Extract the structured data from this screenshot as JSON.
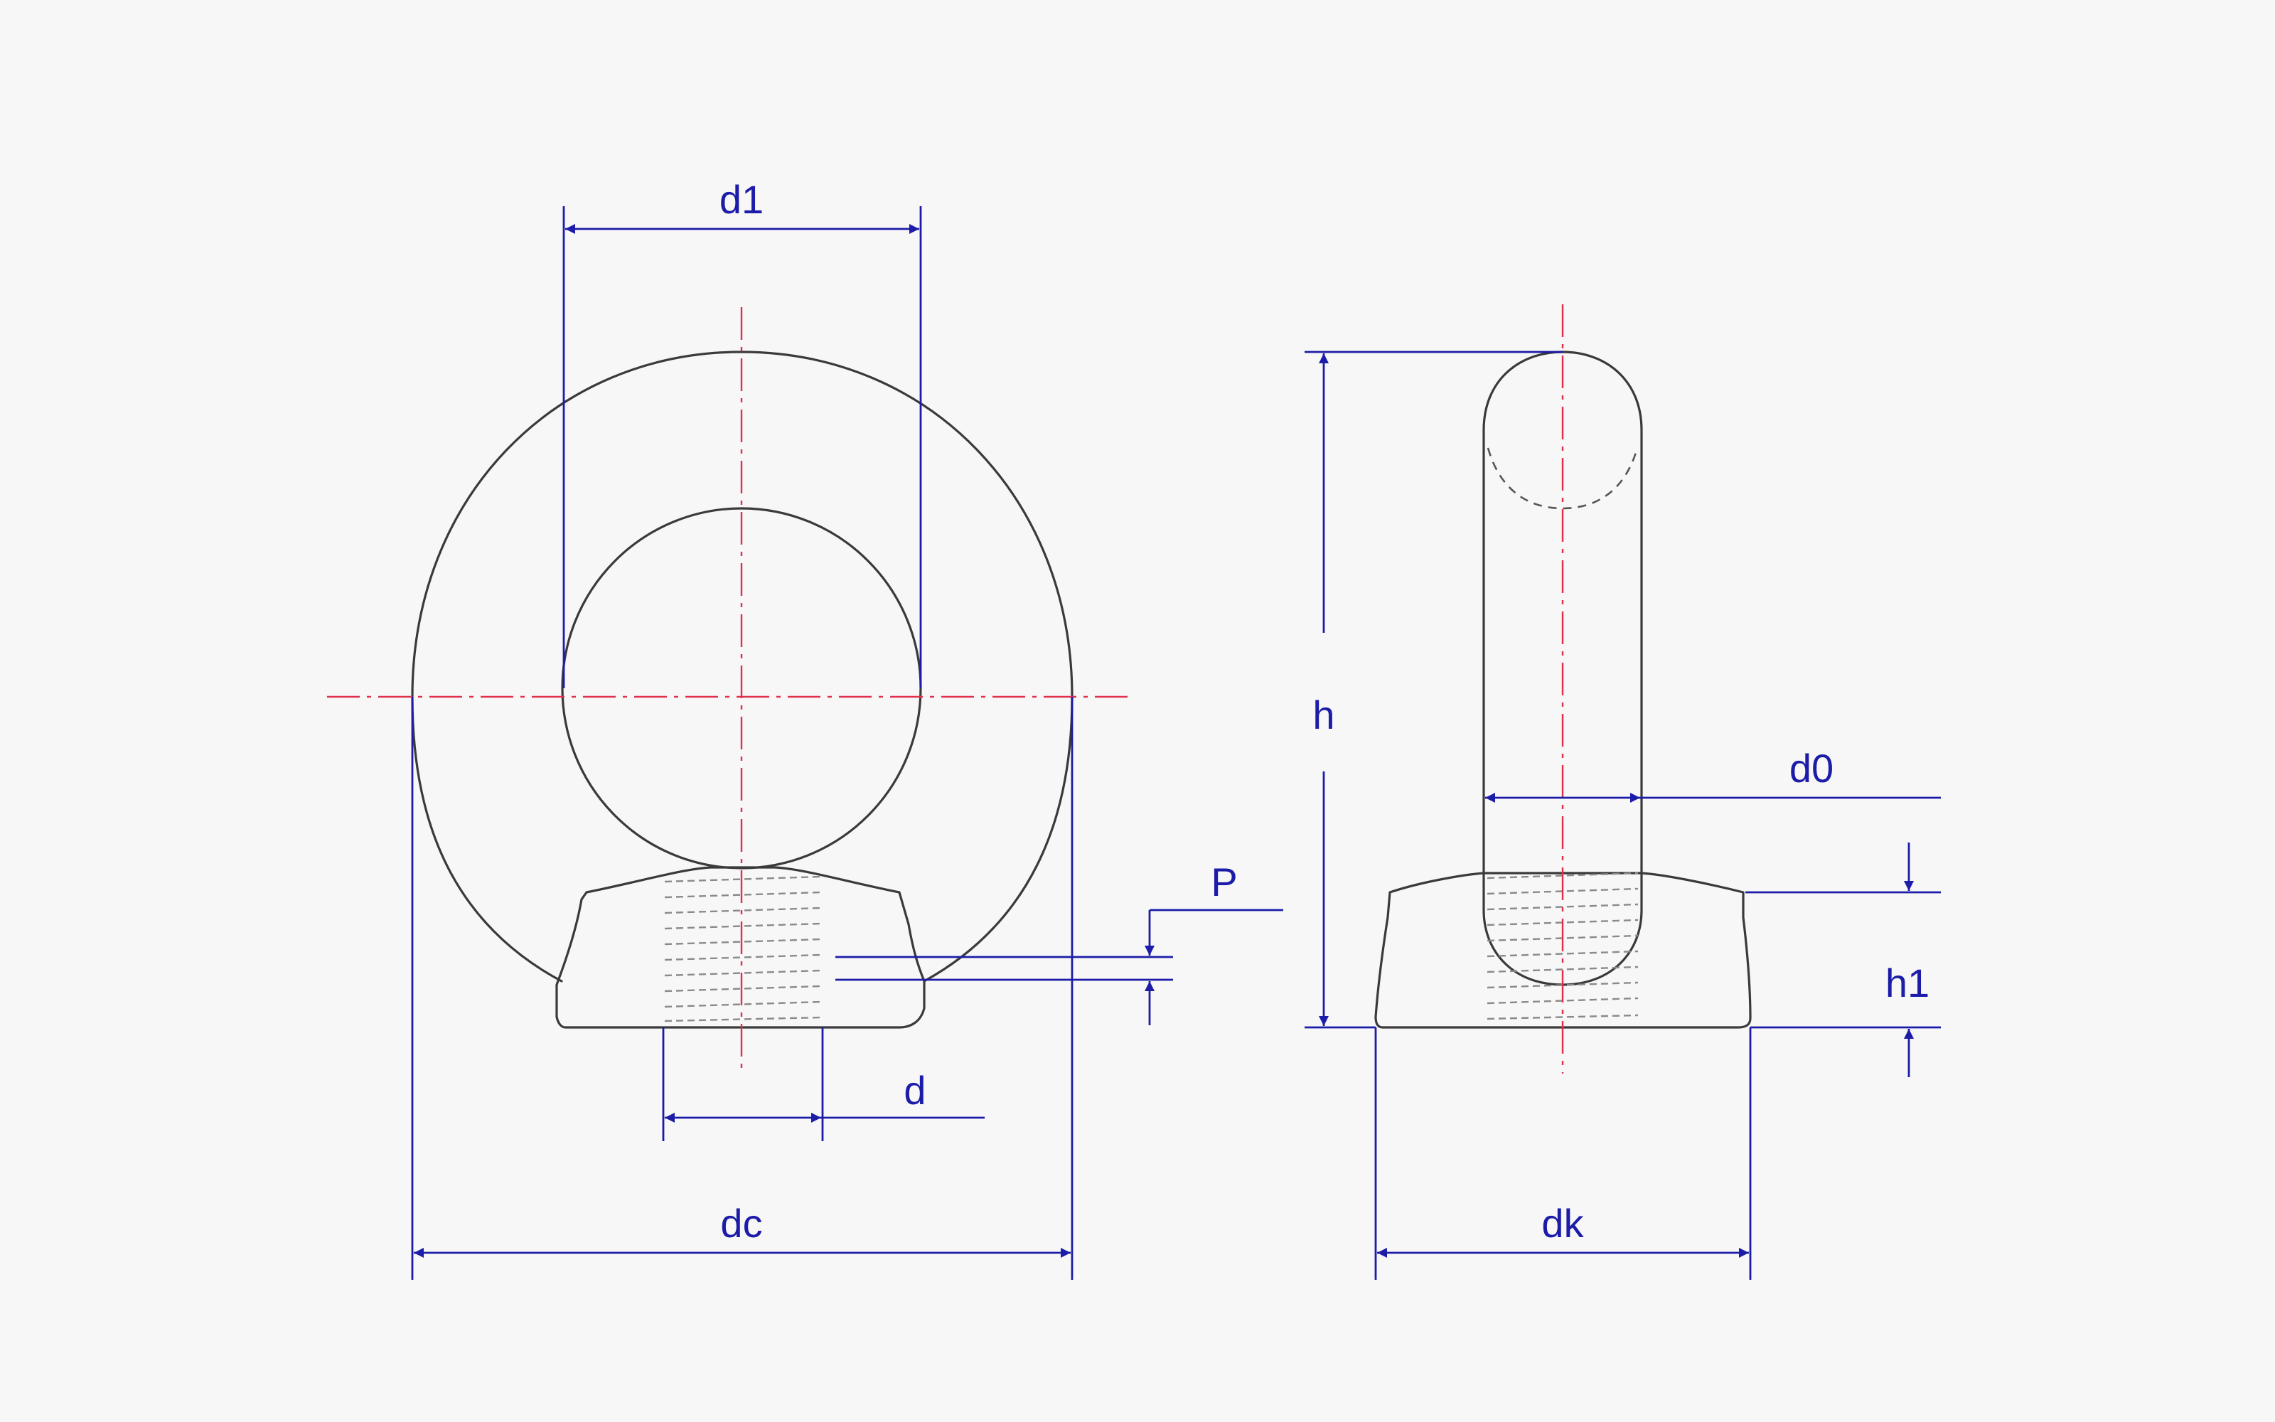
{
  "diagram": {
    "labels": {
      "d1": "d1",
      "dc": "dc",
      "d": "d",
      "P": "P",
      "h": "h",
      "d0": "d0",
      "h1": "h1",
      "dk": "dk"
    },
    "colors": {
      "outline": "#3a3a3a",
      "dimension": "#1c1ca8",
      "centerline": "#e0304a",
      "thread": "#8a8a8a",
      "background": "#f7f7f7"
    }
  }
}
